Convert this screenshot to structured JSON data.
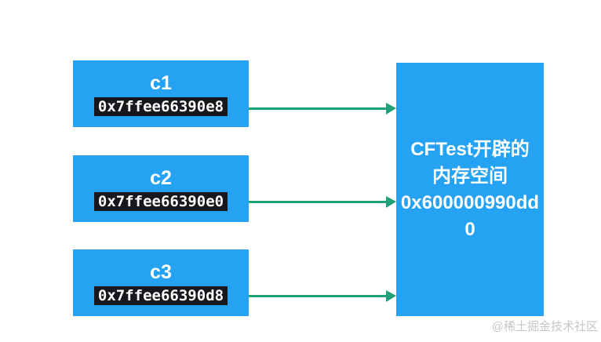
{
  "colors": {
    "box_blue": "#25a2f2",
    "arrow_green": "#21a17a",
    "address_chip_bg": "#17181c",
    "text_white": "#ffffff",
    "watermark_gray": "#c6c6c6"
  },
  "diagram": {
    "pointers": [
      {
        "name": "c1",
        "address": "0x7ffee66390e8"
      },
      {
        "name": "c2",
        "address": "0x7ffee66390e0"
      },
      {
        "name": "c3",
        "address": "0x7ffee66390d8"
      }
    ],
    "memory_block": {
      "title_line1": "CFTest开辟的",
      "title_line2": "内存空间",
      "address": "0x600000990dd0"
    },
    "watermark": "@稀土掘金技术社区"
  }
}
